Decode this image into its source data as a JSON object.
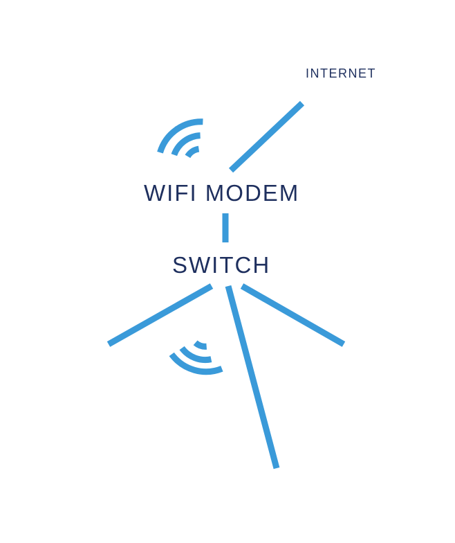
{
  "labels": {
    "internet": "INTERNET",
    "modem": "WIFI MODEM",
    "switch": "SWITCH"
  },
  "icons": {
    "modem_wifi": "wifi-signal-icon",
    "device_wifi": "wifi-signal-icon"
  },
  "colors": {
    "link": "#3a9ad9",
    "text": "#1e2f5e",
    "background": "#ffffff"
  }
}
